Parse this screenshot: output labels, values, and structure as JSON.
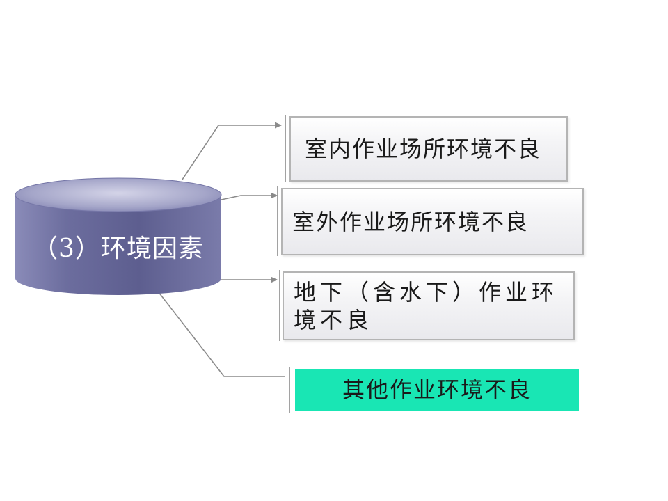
{
  "central": {
    "label": "（3）环境因素",
    "fill": "#6a6b9c"
  },
  "branches": [
    {
      "label": "室内作业场所环境不良"
    },
    {
      "label": "室外作业场所环境不良"
    },
    {
      "label": "地下（含水下）作业环境不良"
    },
    {
      "label": "其他作业环境不良",
      "highlight_color": "#19e6b4"
    }
  ]
}
